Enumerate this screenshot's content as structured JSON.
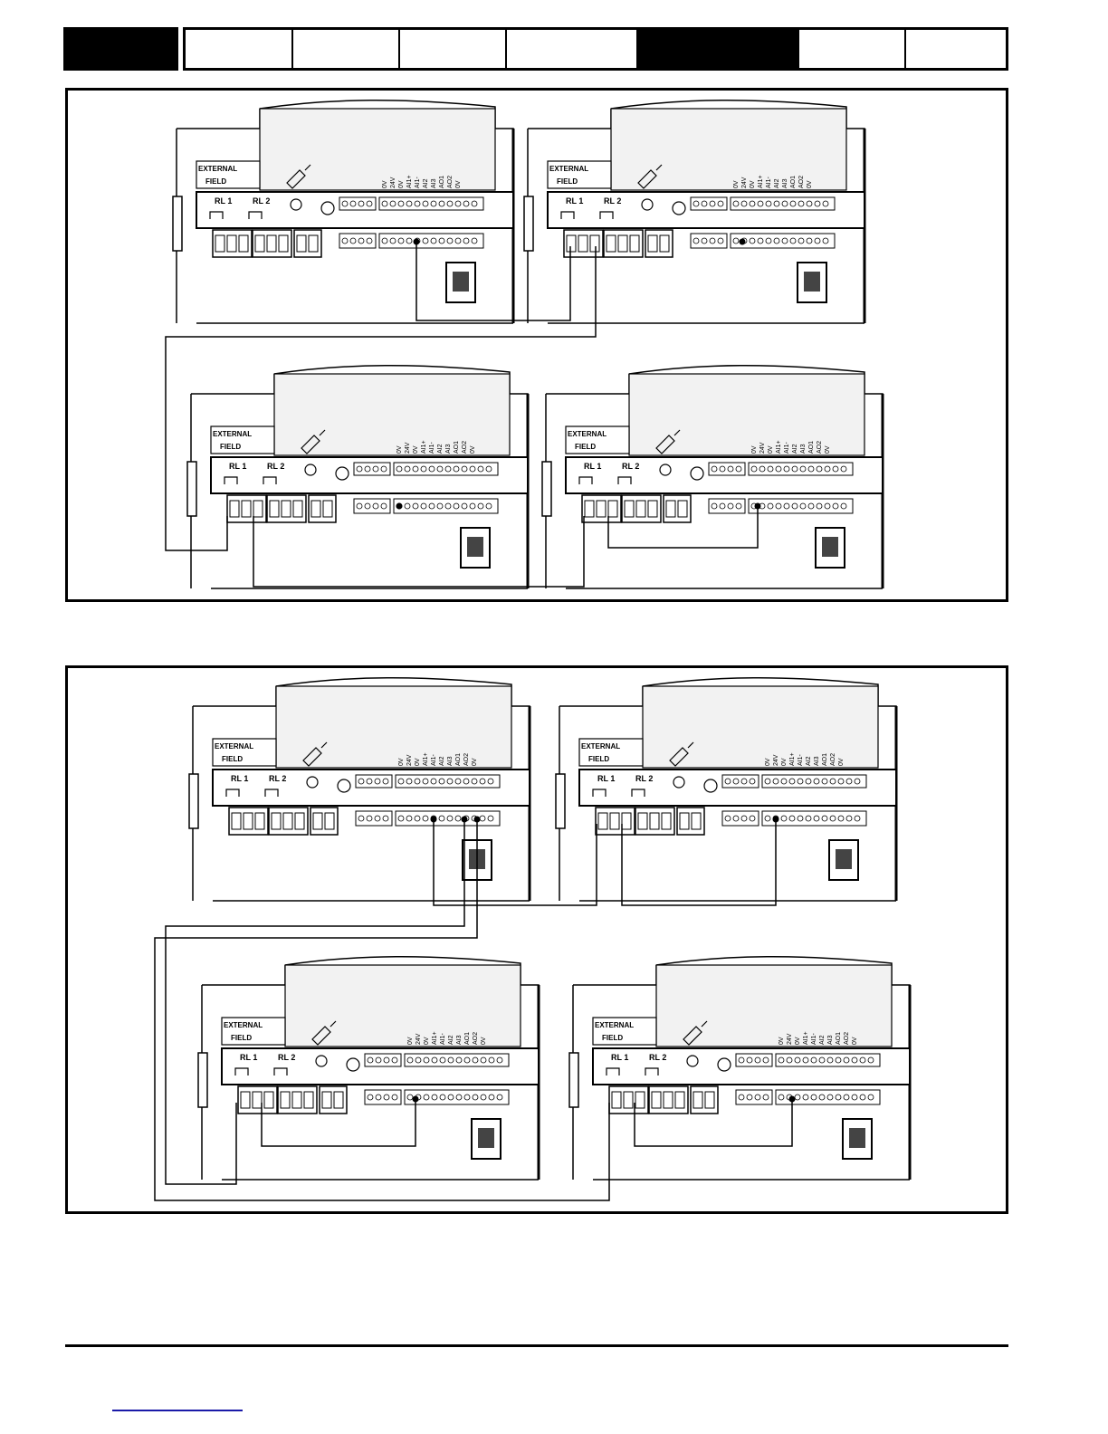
{
  "header": {
    "tabs": [
      {
        "label": "",
        "active": false
      },
      {
        "label": "",
        "active": false
      },
      {
        "label": "",
        "active": false
      },
      {
        "label": "",
        "active": false
      },
      {
        "label": "",
        "active": true
      },
      {
        "label": "",
        "active": false
      },
      {
        "label": "",
        "active": false
      }
    ]
  },
  "drive_labels": {
    "external": "EXTERNAL",
    "field": "FIELD",
    "relay1": "RL 1",
    "relay2": "RL 2",
    "terminals_upper": [
      "0V",
      "24V",
      "0V",
      "AI1+",
      "AI1-",
      "AI2",
      "AI3",
      "AO1",
      "AO2",
      "0V"
    ]
  },
  "colors": {
    "line": "#000000",
    "drive_fill": "#ffffff",
    "drive_shade": "#f2f2f2",
    "link_underline": "#1a1aa8"
  }
}
